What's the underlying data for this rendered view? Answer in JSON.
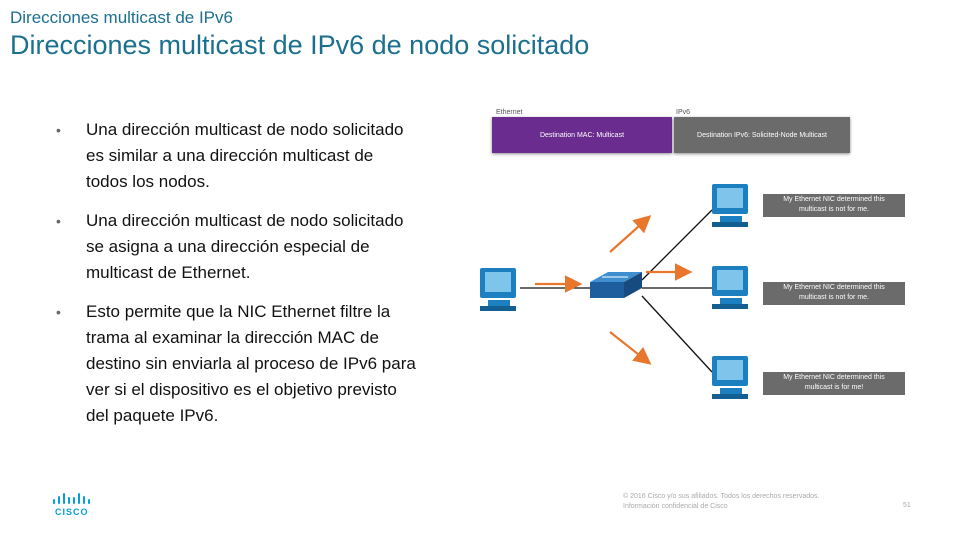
{
  "header": {
    "subtitle": "Direcciones multicast de IPv6",
    "title": "Direcciones multicast de IPv6 de nodo solicitado"
  },
  "bullets": [
    "Una dirección multicast de nodo solicitado es similar a una dirección multicast de todos los nodos.",
    "Una dirección multicast de nodo solicitado se asigna a una dirección especial de multicast de Ethernet.",
    "Esto permite que la NIC Ethernet filtre la trama al examinar la dirección MAC de destino sin enviarla al proceso de IPv6 para ver si el dispositivo es el objetivo previsto del paquete IPv6."
  ],
  "diagram": {
    "frame": {
      "ethernet_label": "Ethernet",
      "ipv6_label": "IPv6",
      "ethernet_field": "Destination MAC: Multicast",
      "ipv6_field": "Destination IPv6: Solicited-Node Multicast"
    },
    "notes": [
      {
        "line1": "My Ethernet NIC determined this",
        "line2": "multicast is not for me."
      },
      {
        "line1": "My Ethernet NIC determined this",
        "line2": "multicast is not for me."
      },
      {
        "line1": "My Ethernet NIC determined this",
        "line2": "multicast is for me!"
      }
    ],
    "colors": {
      "ethernet": "#6a2c8e",
      "ipv6": "#6b6b6b",
      "arrow": "#e8762d",
      "device": "#1b7fc0",
      "switch": "#1f5e9e"
    }
  },
  "logo": {
    "text": "CISCO"
  },
  "footer": {
    "line1": "© 2016 Cisco y/o sus afiliados. Todos los derechos reservados.",
    "line2": "Información confidencial de Cisco",
    "page": "51"
  }
}
